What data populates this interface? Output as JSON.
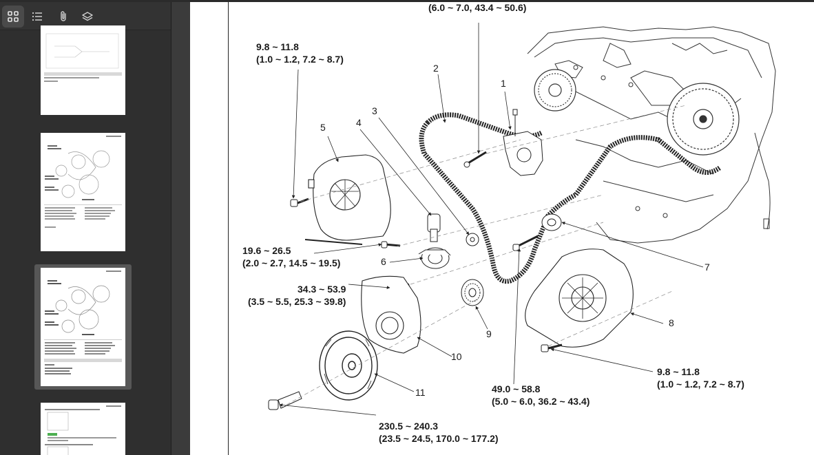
{
  "sidebar": {
    "toolbar": {
      "buttons": [
        {
          "icon": "grid-icon",
          "active": true
        },
        {
          "icon": "list-icon",
          "active": false
        },
        {
          "icon": "paperclip-icon",
          "active": false
        },
        {
          "icon": "layers-icon",
          "active": false
        }
      ]
    },
    "thumbnails": [
      {
        "page": 1,
        "selected": false
      },
      {
        "page": 2,
        "selected": false
      },
      {
        "page": 3,
        "selected": true
      },
      {
        "page": 4,
        "selected": false
      }
    ]
  },
  "diagram": {
    "torque_specs": [
      {
        "id": "top",
        "line1": "(6.0 ~ 7.0, 43.4 ~ 50.6)",
        "line2": ""
      },
      {
        "id": "upper-left",
        "line1": "9.8 ~ 11.8",
        "line2": "(1.0 ~ 1.2, 7.2 ~ 8.7)"
      },
      {
        "id": "mid-left",
        "line1": "19.6 ~ 26.5",
        "line2": "(2.0 ~ 2.7, 14.5 ~ 19.5)"
      },
      {
        "id": "lower-left",
        "line1": "34.3 ~ 53.9",
        "line2": "(3.5 ~ 5.5, 25.3 ~ 39.8)"
      },
      {
        "id": "bottom-center",
        "line1": "49.0 ~ 58.8",
        "line2": "(5.0 ~ 6.0, 36.2 ~ 43.4)"
      },
      {
        "id": "bottom-right",
        "line1": "9.8 ~ 11.8",
        "line2": "(1.0 ~ 1.2, 7.2 ~ 8.7)"
      },
      {
        "id": "bottom",
        "line1": "230.5 ~ 240.3",
        "line2": "(23.5 ~ 24.5, 170.0 ~ 177.2)"
      }
    ],
    "part_numbers": [
      "1",
      "2",
      "3",
      "4",
      "5",
      "6",
      "7",
      "8",
      "9",
      "10",
      "11"
    ]
  }
}
